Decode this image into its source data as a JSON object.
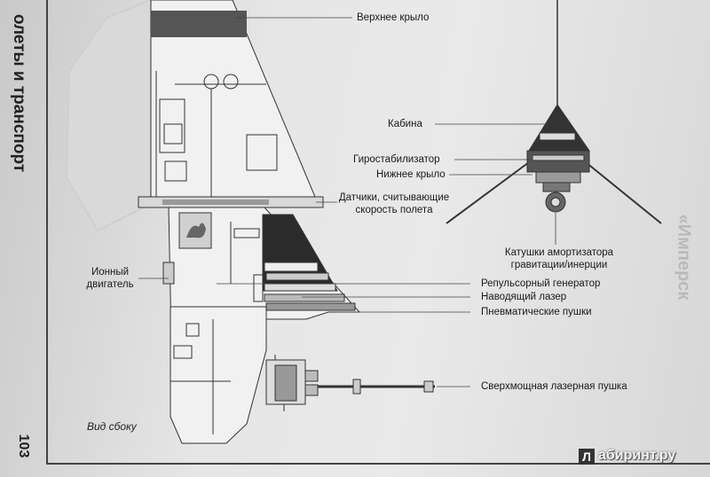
{
  "page": {
    "section_title": "олеты и транспорт",
    "page_number": "103",
    "caption": "Вид сбоку",
    "right_margin_text": "«Имперск"
  },
  "labels": {
    "upper_wing": "Верхнее крыло",
    "cockpit": "Кабина",
    "gyrostabilizer": "Гиростабилизатор",
    "lower_wing": "Нижнее крыло",
    "speed_sensors_line1": "Датчики, считывающие",
    "speed_sensors_line2": "скорость полета",
    "ion_engine_line1": "Ионный",
    "ion_engine_line2": "двигатель",
    "repulsor": "Репульсорный генератор",
    "targeting_laser": "Наводящий лазер",
    "pneumatic_guns": "Пневматические пушки",
    "super_laser": "Сверхмощная лазерная пушка",
    "coils_line1": "Катушки амортизатора",
    "coils_line2": "гравитации/инерции"
  },
  "watermark": {
    "logo_letter": "Л",
    "text": "абиринт.ру"
  }
}
